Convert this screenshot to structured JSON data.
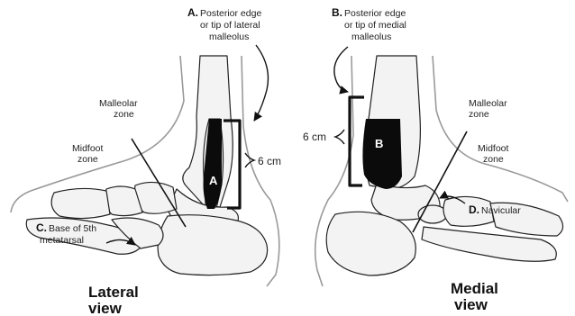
{
  "lateral": {
    "label_a_letter": "A.",
    "label_a_line1": "Posterior edge",
    "label_a_line2": "or tip of lateral",
    "label_a_line3": "malleolus",
    "zone_letter": "A",
    "malleolar_line1": "Malleolar",
    "malleolar_line2": "zone",
    "midfoot_line1": "Midfoot",
    "midfoot_line2": "zone",
    "measure": "6 cm",
    "label_c_letter": "C.",
    "label_c_line1": "Base of 5th",
    "label_c_line2": "metatarsal",
    "view_line1": "Lateral",
    "view_line2": "view"
  },
  "medial": {
    "label_b_letter": "B.",
    "label_b_line1": "Posterior edge",
    "label_b_line2": "or tip of medial",
    "label_b_line3": "malleolus",
    "zone_letter": "B",
    "malleolar_line1": "Malleolar",
    "malleolar_line2": "zone",
    "midfoot_line1": "Midfoot",
    "midfoot_line2": "zone",
    "measure": "6 cm",
    "label_d_letter": "D.",
    "label_d_text": "Navicular",
    "view_line1": "Medial",
    "view_line2": "view"
  }
}
